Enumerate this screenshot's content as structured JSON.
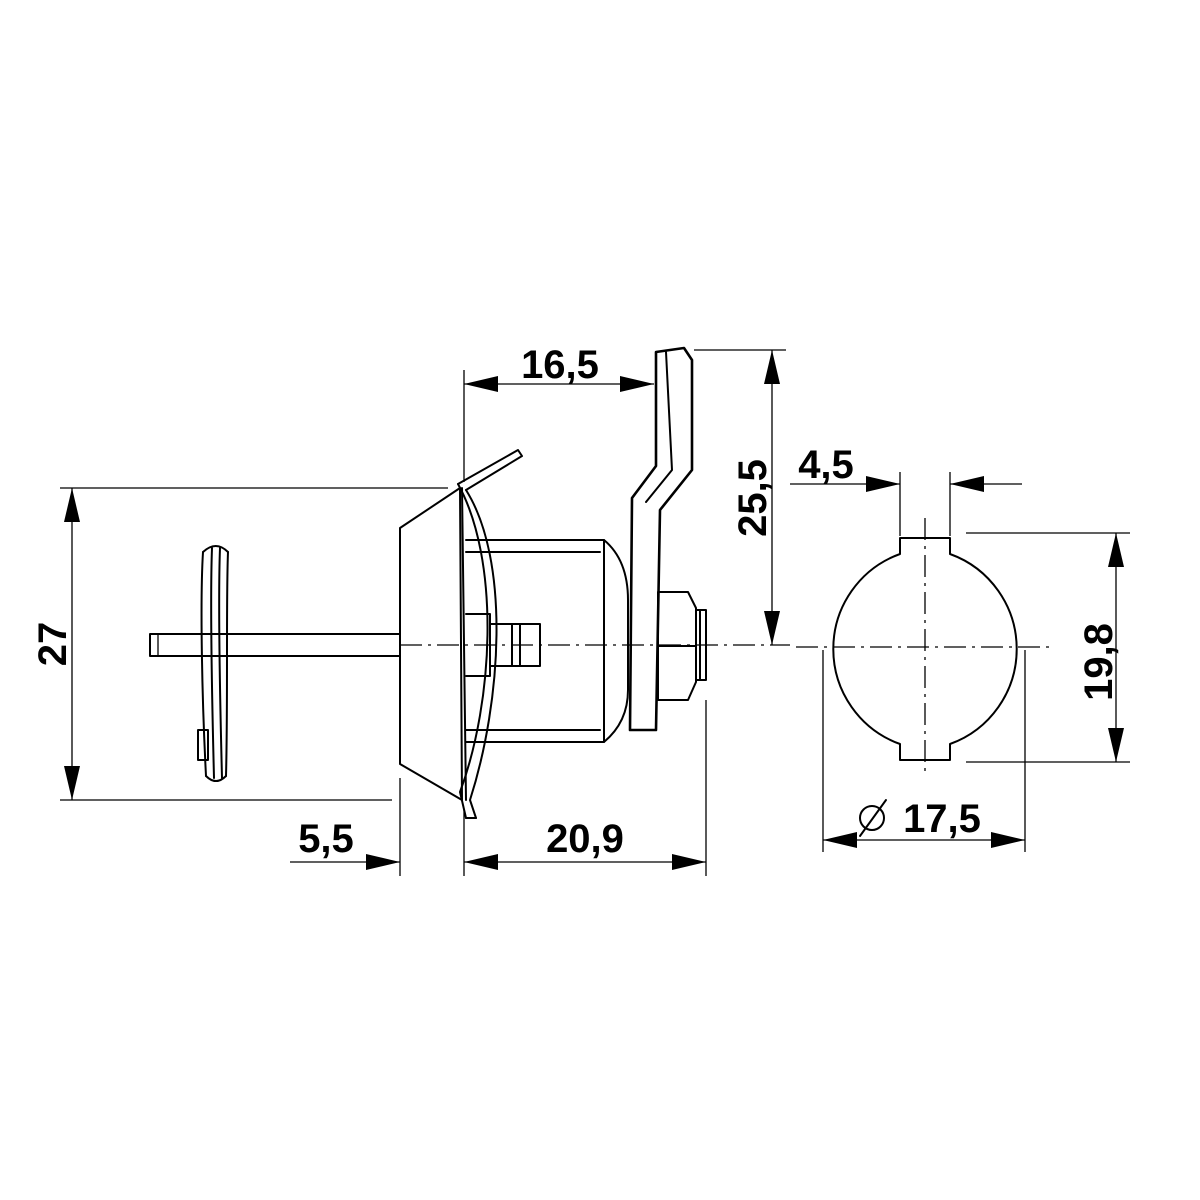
{
  "dimensions": {
    "overall_height": "27",
    "flange_offset": "5,5",
    "body_length": "20,9",
    "cam_offset": "16,5",
    "cam_height": "25,5",
    "key_slot_width": "4,5",
    "cutout_height": "19,8",
    "cutout_diameter_symbol": "⌀",
    "cutout_diameter": "17,5"
  }
}
